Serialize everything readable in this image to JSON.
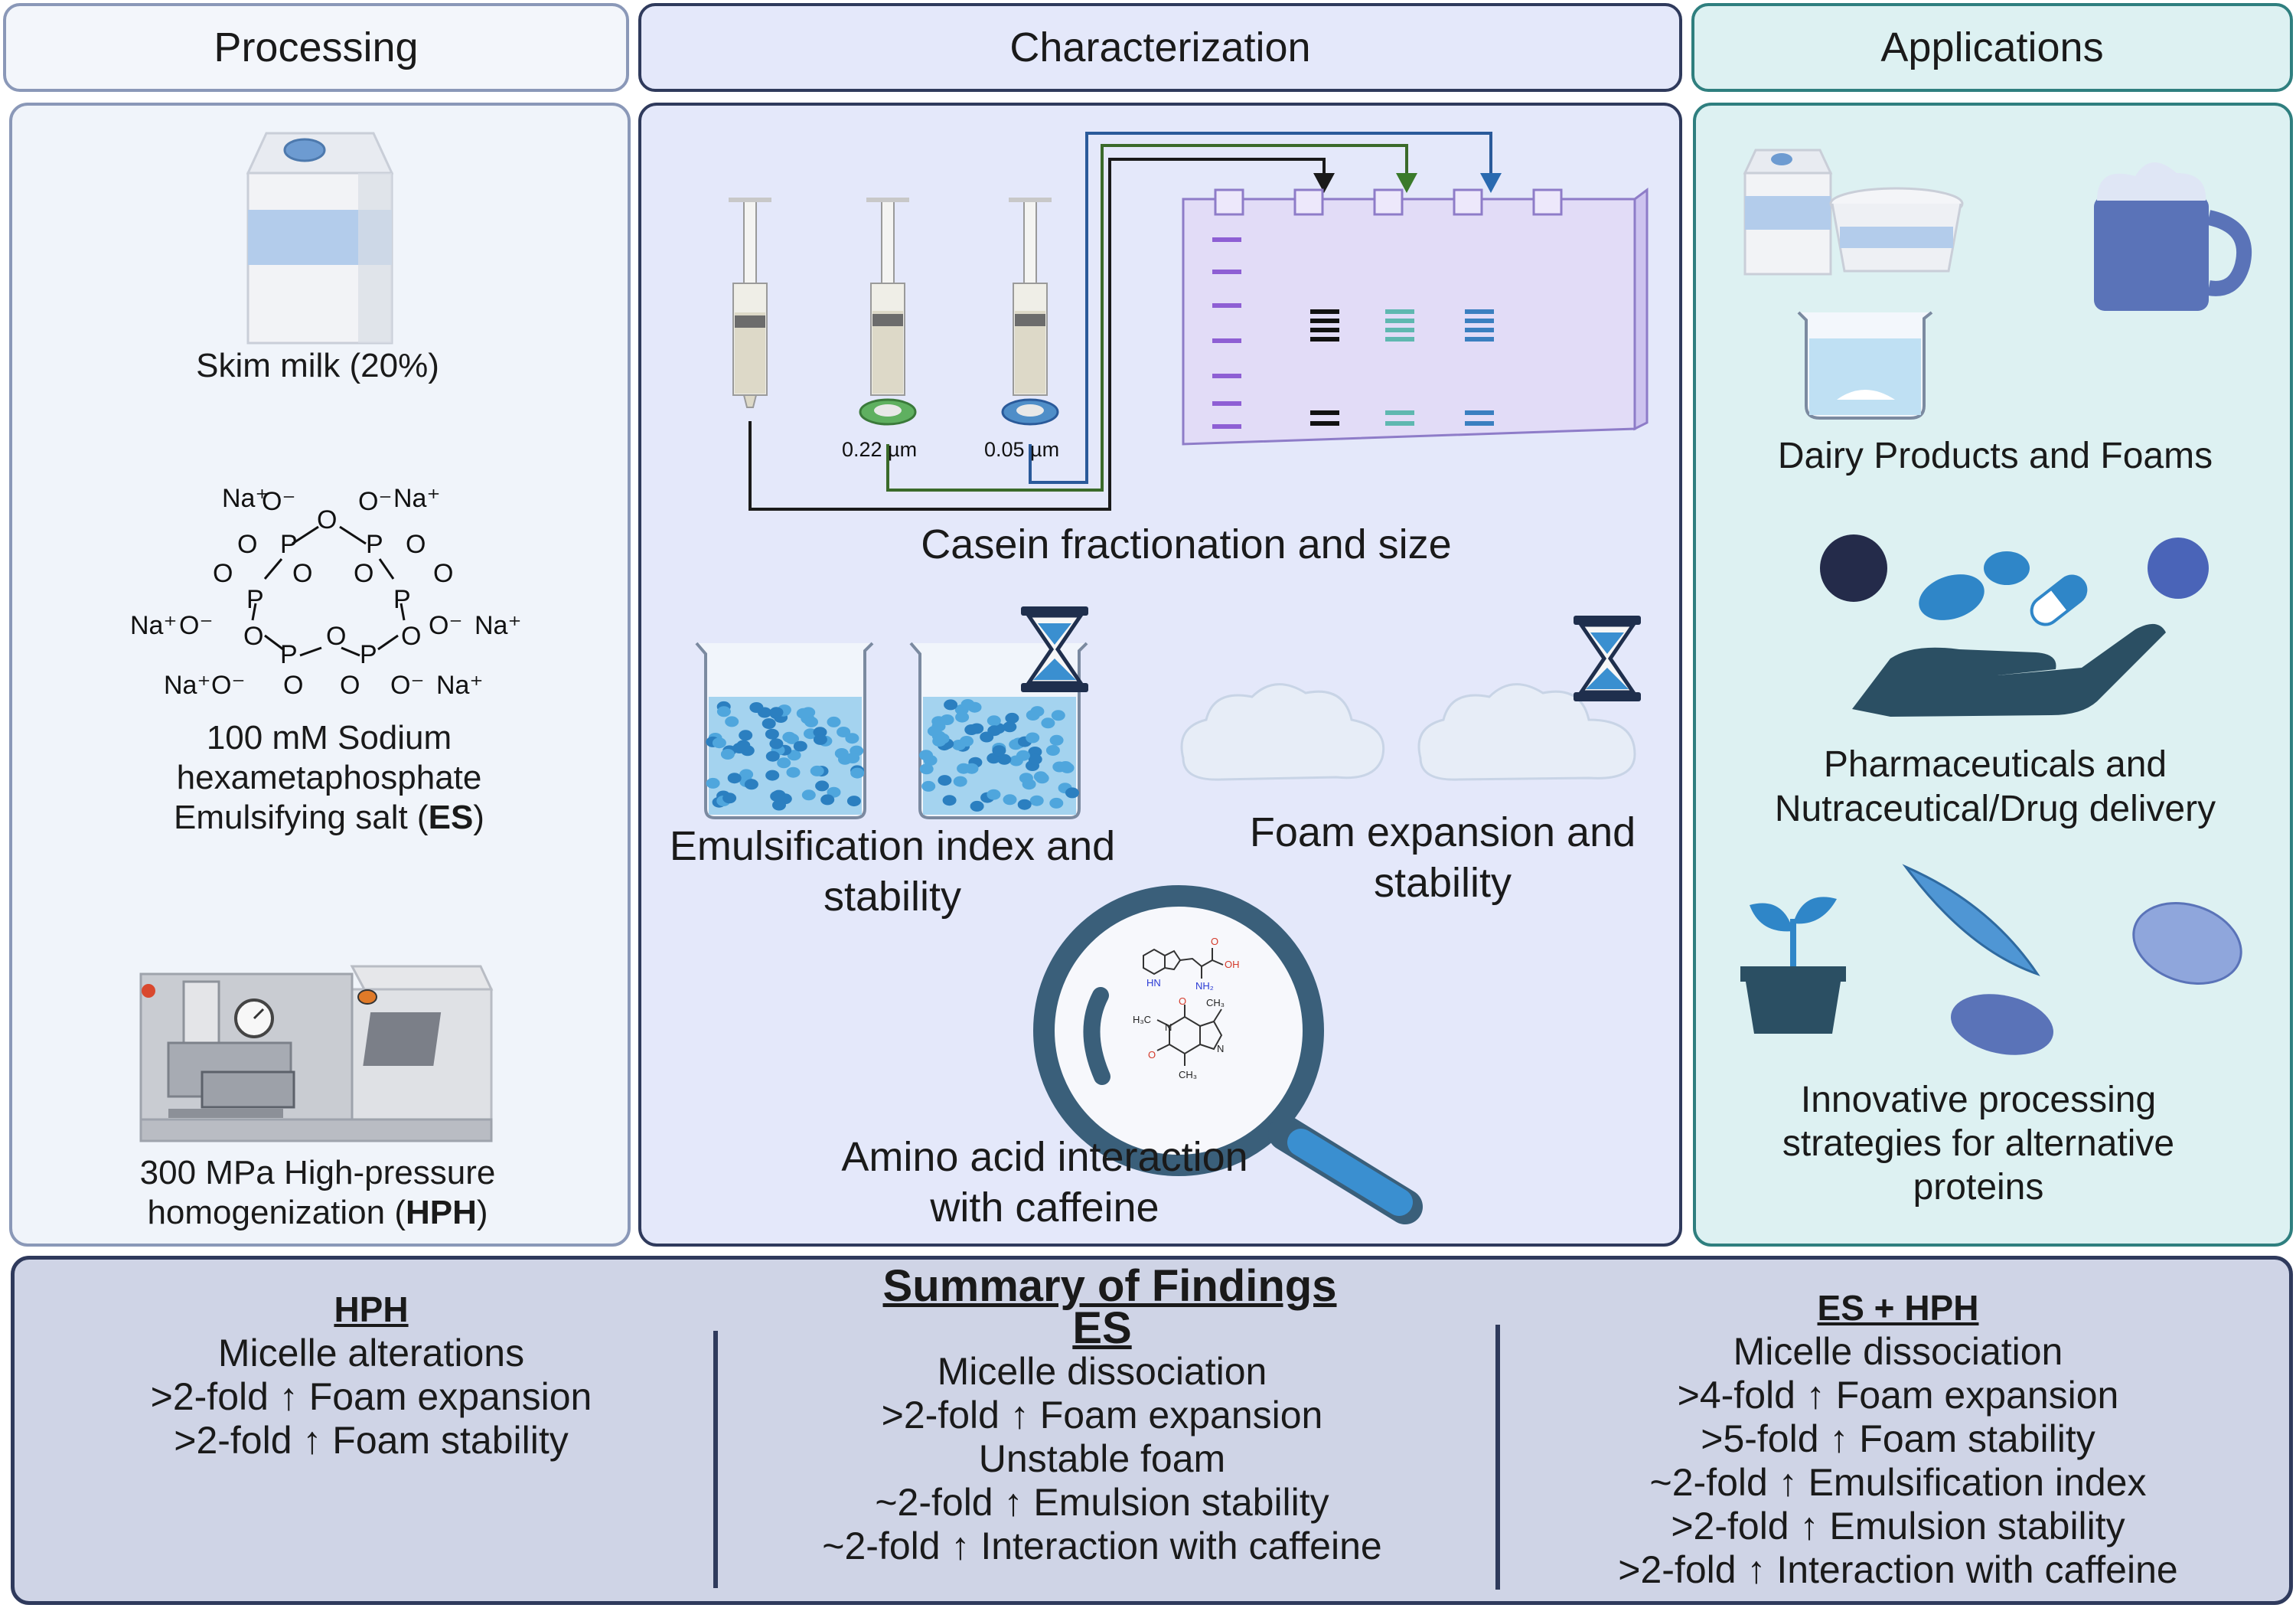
{
  "headers": {
    "processing": "Processing",
    "characterization": "Characterization",
    "applications": "Applications"
  },
  "processing": {
    "milk_label": "Skim milk (20%)",
    "es_line1": "100 mM Sodium",
    "es_line2": "hexametaphosphate",
    "es_line3_pre": "Emulsifying salt (",
    "es_line3_bold": "ES",
    "es_line3_post": ")",
    "hph_line1": "300 MPa High-pressure",
    "hph_line2_pre": "homogenization (",
    "hph_line2_bold": "HPH",
    "hph_line2_post": ")",
    "molecule": {
      "na_plus": "Na⁺",
      "o_minus": "O⁻",
      "o": "O",
      "p": "P"
    }
  },
  "characterization": {
    "filter_1": "0.22 µm",
    "filter_2": "0.05 µm",
    "casein_label": "Casein fractionation and size",
    "emulsion_line1": "Emulsification index and",
    "emulsion_line2": "stability",
    "foam_line1": "Foam expansion and",
    "foam_line2": "stability",
    "amino_line1": "Amino acid interaction",
    "amino_line2": "with caffeine",
    "molecule_labels": {
      "oh": "OH",
      "nh2": "NH₂",
      "hn": "HN",
      "ch3": "CH₃",
      "h3c": "H₃C",
      "n": "N",
      "o": "O"
    }
  },
  "applications": {
    "dairy_label": "Dairy Products and Foams",
    "pharma_line1": "Pharmaceuticals and",
    "pharma_line2": "Nutraceutical/Drug delivery",
    "innov_line1": "Innovative processing",
    "innov_line2": "strategies for alternative",
    "innov_line3": "proteins"
  },
  "summary": {
    "title": "Summary of Findings",
    "hph": {
      "title": "HPH",
      "lines": [
        "Micelle alterations",
        ">2-fold ↑ Foam expansion",
        ">2-fold ↑ Foam stability"
      ]
    },
    "es": {
      "title": "ES",
      "lines": [
        "Micelle dissociation",
        ">2-fold ↑ Foam expansion",
        "Unstable foam",
        "~2-fold ↑ Emulsion stability",
        "~2-fold ↑ Interaction with caffeine"
      ]
    },
    "es_hph": {
      "title": "ES + HPH",
      "lines": [
        "Micelle dissociation",
        ">4-fold ↑ Foam expansion",
        ">5-fold ↑ Foam stability",
        "~2-fold ↑ Emulsification index",
        ">2-fold ↑ Emulsion stability",
        ">2-fold ↑ Interaction with caffeine"
      ]
    }
  },
  "colors": {
    "processing_bg": "#f0f4fa",
    "characterization_bg": "#e4e8fa",
    "applications_bg": "#ddf1f2",
    "summary_bg": "#cfd4e6",
    "border_blue": "#8a98b8",
    "border_teal": "#2f7f7f",
    "border_navy": "#2f3a5c",
    "gel_purple": "#8e5fd4",
    "band_teal": "#5fb8b0",
    "band_blue": "#3a7fc0",
    "magnifier": "#3a5f7a",
    "handle_blue": "#3a8fd0"
  }
}
